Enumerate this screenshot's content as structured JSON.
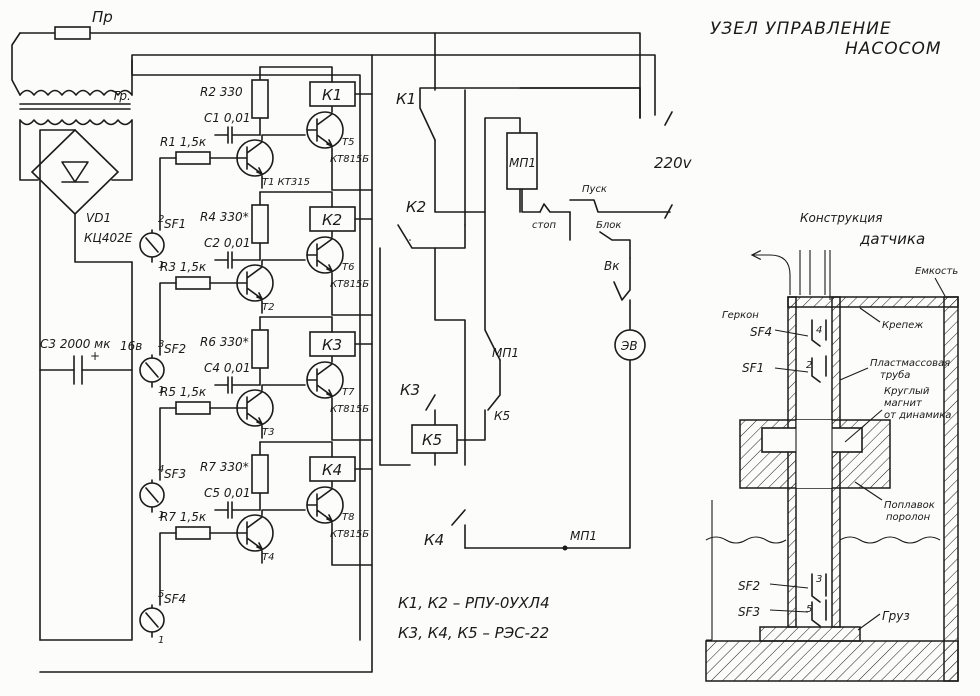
{
  "title": {
    "line1": "УЗЕЛ УПРАВЛЕНИЕ",
    "line2": "НАСОСОМ"
  },
  "power": {
    "fuse": "Пр",
    "transformer": "Тр.",
    "bridge": "VD1",
    "bridge_type": "КЦ402Е",
    "voltage": "220v"
  },
  "capacitor_main": {
    "label": "С3 2000 мк",
    "voltage": "16в",
    "polarity": "+"
  },
  "stages": [
    {
      "Rtop": "R2 330",
      "C": "С1 0,01",
      "Rin": "R1 1,5к",
      "Tin": "Т1 КТ315",
      "Tout": "Т5",
      "Tout_type": "КТ815Б",
      "relay": "К1",
      "sensor": "SF1",
      "pin_a": "2",
      "pin_b": "1"
    },
    {
      "Rtop": "R4 330*",
      "C": "С2 0,01",
      "Rin": "R3 1,5к",
      "Tin": "Т2",
      "Tout": "Т6",
      "Tout_type": "КТ815Б",
      "relay": "К2",
      "sensor": "SF2",
      "pin_a": "3",
      "pin_b": "1"
    },
    {
      "Rtop": "R6 330*",
      "C": "С4 0,01",
      "Rin": "R5 1,5к",
      "Tin": "Т3",
      "Tout": "Т7",
      "Tout_type": "КТ815Б",
      "relay": "К3",
      "sensor": "SF3",
      "pin_a": "4",
      "pin_b": "1"
    },
    {
      "Rtop": "R7 330*",
      "C": "С5 0,01",
      "Rin": "R7 1,5к",
      "Tin": "Т4",
      "Tout": "Т8",
      "Tout_type": "КТ815Б",
      "relay": "К4",
      "sensor": "SF4",
      "pin_a": "5",
      "pin_b": "1"
    }
  ],
  "control": {
    "k1": "К1",
    "k2": "К2",
    "k3": "К3",
    "k4": "К4",
    "k5": "К5",
    "starter_coil": "МП1",
    "mp_contact_1": "МП1",
    "mp_contact_2": "МП1",
    "k5_contact": "К5",
    "stop": "стоп",
    "start": "Пуск",
    "block": "Блок",
    "switch": "Вк",
    "motor": "ЭВ"
  },
  "notes": {
    "line1": "К1, К2  – РПУ-0УХЛ4",
    "line2": "К3, К4, К5 – РЭС-22"
  },
  "sensor_design": {
    "title_line1": "Конструкция",
    "title_line2": "датчика",
    "tank": "Емкость",
    "mount": "Крепеж",
    "reed": "Геркон",
    "reed_sf4": "SF4",
    "reed_sf1": "SF1",
    "reed_sf2": "SF2",
    "reed_sf3": "SF3",
    "pipe_line1": "Пластмассовая",
    "pipe_line2": "труба",
    "magnet_line1": "Круглый",
    "magnet_line2": "магнит",
    "magnet_line3": "от динамика",
    "float_line1": "Поплавок",
    "float_line2": "поролон",
    "weight": "Груз",
    "pins": [
      "4",
      "2",
      "3",
      "5"
    ]
  }
}
